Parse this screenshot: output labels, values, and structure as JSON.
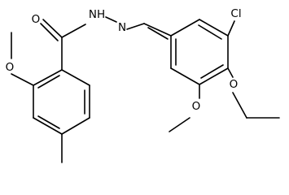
{
  "molecule": {
    "atom_labels": {
      "carbonyl_oxygen": "O",
      "amide_nitrogen": "NH",
      "imine_nitrogen": "N",
      "ortho_methoxy_oxygen": "O",
      "chlorine": "Cl",
      "ethoxy_oxygen": "O",
      "meta_methoxy_oxygen": "O"
    },
    "line_color": "#000000"
  }
}
